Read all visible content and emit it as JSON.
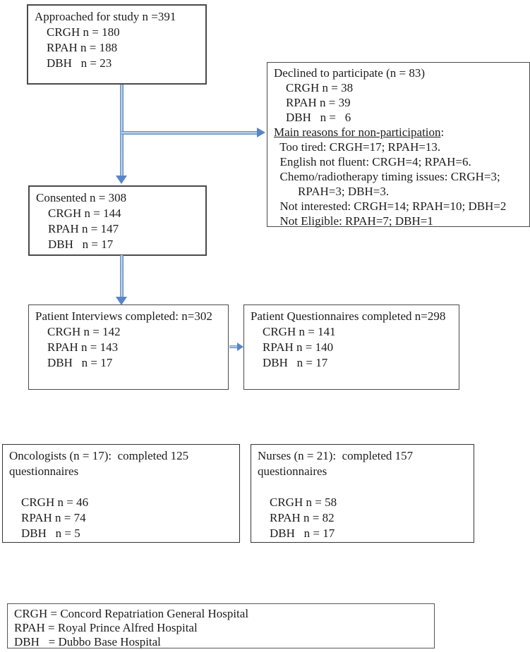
{
  "colors": {
    "arrow_blue": "#5785c7",
    "arrow_core": "#cfe0f2",
    "box_border": "#4a4a4a"
  },
  "boxes": {
    "approached": {
      "lines": [
        "Approached for study n =391",
        "    CRGH n = 180",
        "    RPAH n = 188",
        "    DBH   n = 23"
      ]
    },
    "declined": {
      "counts": [
        "Declined to participate (n = 83)",
        "    CRGH n = 38",
        "    RPAH n = 39",
        "    DBH   n =   6"
      ],
      "reasons_heading": "Main reasons for non-participation",
      "reasons_colon": ":",
      "reasons": [
        "  Too tired: CRGH=17; RPAH=13.",
        "  English not fluent: CRGH=4; RPAH=6.",
        "  Chemo/radiotherapy timing issues: CRGH=3;",
        "        RPAH=3; DBH=3.",
        "  Not interested: CRGH=14; RPAH=10; DBH=2",
        "  Not Eligible: RPAH=7; DBH=1"
      ]
    },
    "consented": {
      "lines": [
        "Consented n = 308",
        "    CRGH n = 144",
        "    RPAH n = 147",
        "    DBH   n = 17"
      ]
    },
    "interviews": {
      "lines": [
        "Patient Interviews completed: n=302",
        "    CRGH n = 142",
        "    RPAH n = 143",
        "    DBH   n = 17"
      ]
    },
    "questionnaires": {
      "lines": [
        "Patient Questionnaires completed n=298",
        "    CRGH n = 141",
        "    RPAH n = 140",
        "    DBH   n = 17"
      ]
    },
    "oncologists": {
      "lines": [
        "Oncologists (n = 17):  completed 125",
        "questionnaires",
        " ",
        "    CRGH n = 46",
        "    RPAH n = 74",
        "    DBH   n = 5"
      ]
    },
    "nurses": {
      "lines": [
        "Nurses (n = 21):  completed 157",
        "questionnaires",
        " ",
        "    CRGH n = 58",
        "    RPAH n = 82",
        "    DBH   n = 17"
      ]
    },
    "legend": {
      "lines": [
        "CRGH = Concord Repatriation General Hospital",
        "RPAH = Royal Prince Alfred Hospital",
        "DBH   = Dubbo Base Hospital"
      ]
    }
  }
}
